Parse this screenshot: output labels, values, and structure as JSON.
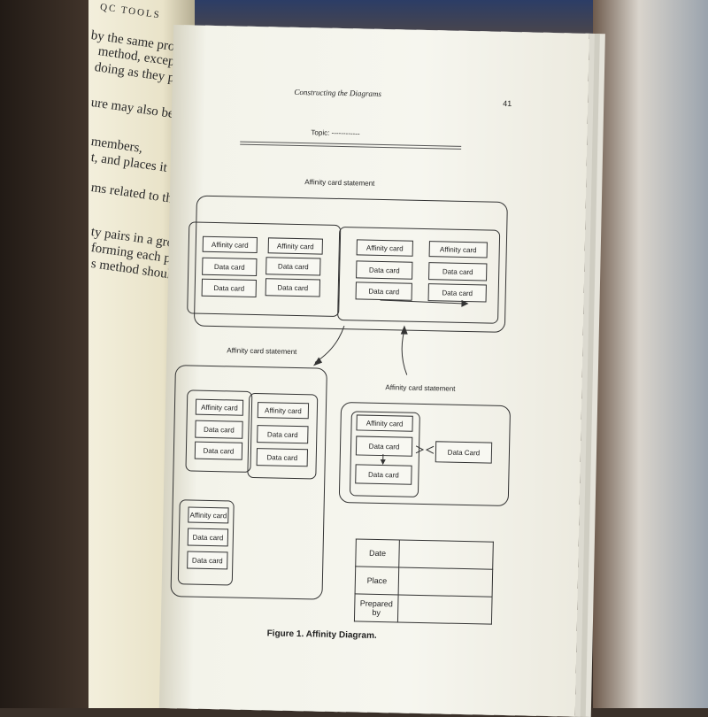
{
  "left_page": {
    "lines": [
      "QC TOOLS",
      "by the same procedure",
      "method, except that",
      "doing as they proceed",
      "ure may also be used",
      "members,",
      "t, and places it face",
      "ms related to the first",
      "ty pairs in a group",
      "forming each pair of",
      "s method should be"
    ]
  },
  "right_page": {
    "header_title": "Constructing the Diagrams",
    "page_number": "41",
    "topic_label": "Topic: ------------",
    "statement_top": "Affinity card statement",
    "statement_mid_left": "Affinity card statement",
    "statement_mid_right": "Affinity card statement",
    "card_labels": {
      "affinity": "Affinity card",
      "data": "Data card",
      "data_cap": "Data Card"
    },
    "form": {
      "date": "Date",
      "place": "Place",
      "prepared_by": "Prepared by"
    },
    "figure_caption": "Figure 1.  Affinity Diagram."
  }
}
